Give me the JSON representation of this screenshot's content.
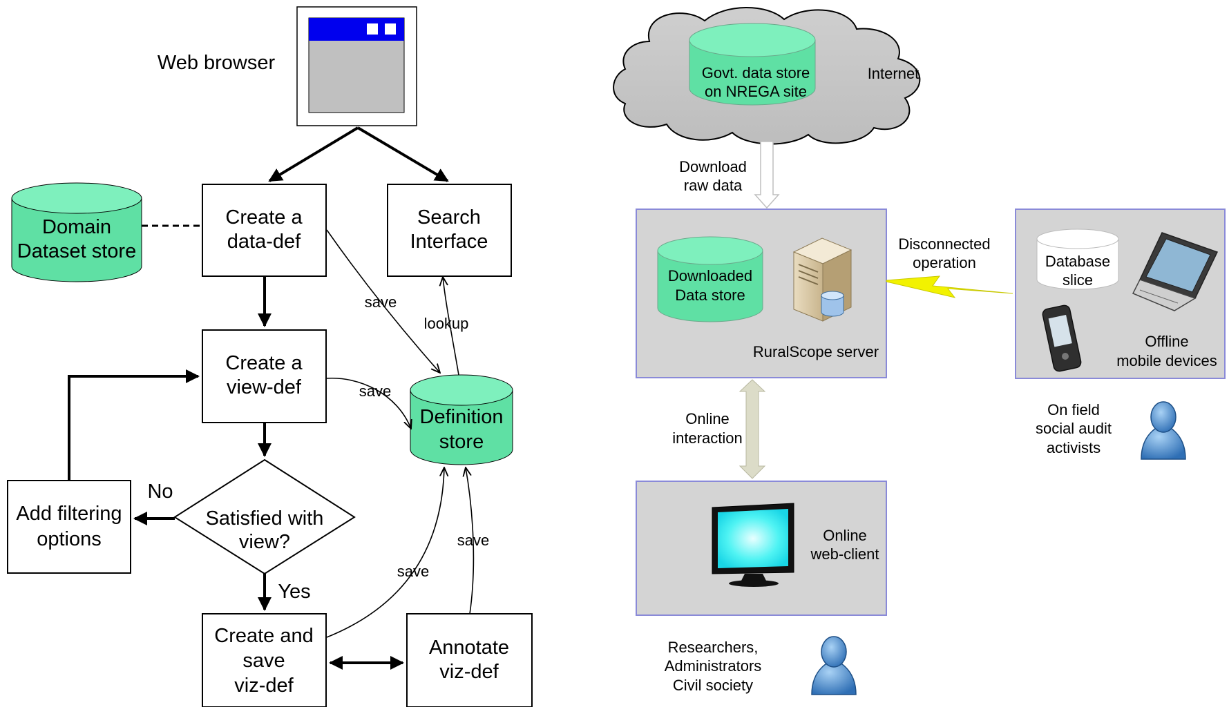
{
  "flowchart": {
    "web_browser": {
      "label": "Web browser",
      "titlebar_color": "#0000ee"
    },
    "domain_store": {
      "line1": "Domain",
      "line2": "Dataset store"
    },
    "create_data_def": {
      "line1": "Create a",
      "line2": "data-def"
    },
    "search_interface": {
      "line1": "Search",
      "line2": "Interface"
    },
    "create_view_def": {
      "line1": "Create a",
      "line2": "view-def"
    },
    "definition_store": {
      "line1": "Definition",
      "line2": "store"
    },
    "add_filtering": {
      "line1": "Add filtering",
      "line2": "options"
    },
    "decision": {
      "line1": "Satisfied with",
      "line2": "view?"
    },
    "no_label": "No",
    "yes_label": "Yes",
    "create_save_viz": {
      "line1": "Create and",
      "line2": "save",
      "line3": "viz-def"
    },
    "annotate_viz": {
      "line1": "Annotate",
      "line2": "viz-def"
    },
    "edge_labels": {
      "save_datadef": "save",
      "lookup": "lookup",
      "save_viewdef": "save",
      "save_createviz": "save",
      "save_annotate": "save"
    },
    "store_color": "#5fe0a4"
  },
  "architecture": {
    "cloud": {
      "store_line1": "Govt. data store",
      "store_line2": "on NREGA site",
      "label": "Internet"
    },
    "download": {
      "line1": "Download",
      "line2": "raw data"
    },
    "server": {
      "store_line1": "Downloaded",
      "store_line2": "Data store",
      "label": "RuralScope server"
    },
    "disconnected": {
      "line1": "Disconnected",
      "line2": "operation"
    },
    "mobile": {
      "slice_line1": "Database",
      "slice_line2": "slice",
      "label_line1": "Offline",
      "label_line2": "mobile devices"
    },
    "activists": {
      "line1": "On field",
      "line2": "social audit",
      "line3": "activists"
    },
    "online_interaction": {
      "line1": "Online",
      "line2": "interaction"
    },
    "client": {
      "line1": "Online",
      "line2": "web-client"
    },
    "users": {
      "line1": "Researchers,",
      "line2": "Administrators",
      "line3": "Civil society"
    },
    "panel_color": "#d4d4d4",
    "panel_border": "#8a8ad8",
    "lightning_color": "#f2f200"
  }
}
